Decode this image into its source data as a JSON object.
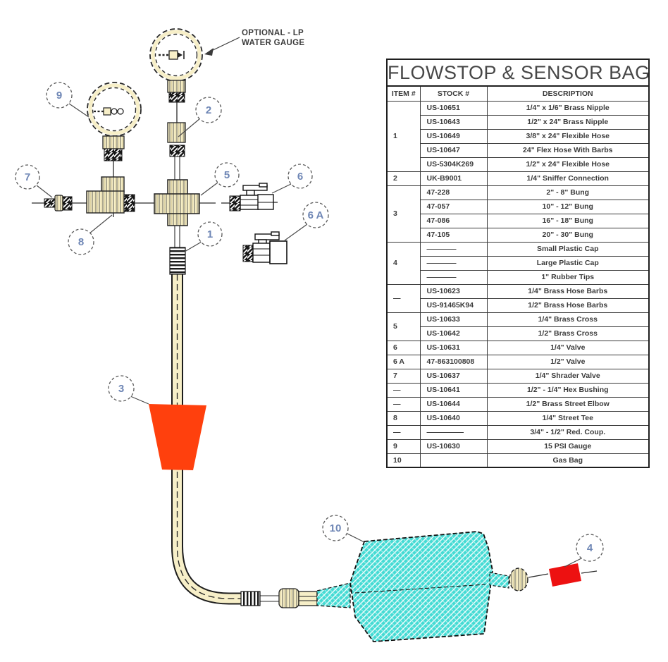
{
  "diagram": {
    "note": {
      "line1": "OPTIONAL - LP",
      "line2": "WATER GAUGE"
    },
    "callouts": {
      "c1": {
        "label": "1"
      },
      "c2": {
        "label": "2"
      },
      "c3": {
        "label": "3"
      },
      "c4": {
        "label": "4"
      },
      "c5": {
        "label": "5"
      },
      "c6": {
        "label": "6"
      },
      "c6a": {
        "label": "6 A"
      },
      "c7": {
        "label": "7"
      },
      "c8": {
        "label": "8"
      },
      "c9": {
        "label": "9"
      },
      "c10": {
        "label": "10"
      }
    },
    "colors": {
      "fitting_cream": "#F7EFC8",
      "stripe_dark": "#4b4b45",
      "hatch_black": "#161616",
      "bag_teal": "#45DBD4",
      "bung_orange": "#FF400D",
      "cap_red": "#ED1111",
      "callout_number": "#6E86B5",
      "line": "#2b2b2b"
    }
  },
  "table": {
    "title": "FLOWSTOP & SENSOR BAG",
    "columns": [
      "ITEM #",
      "STOCK #",
      "DESCRIPTION"
    ],
    "rows": [
      {
        "item": "1",
        "span": 5,
        "stock": "US-10651",
        "desc": "1/4\" x 1/6\" Brass Nipple"
      },
      {
        "stock": "US-10643",
        "desc": "1/2\" x 24\" Brass Nipple"
      },
      {
        "stock": "US-10649",
        "desc": "3/8\" x 24\" Flexible Hose"
      },
      {
        "stock": "US-10647",
        "desc": "24\" Flex Hose With Barbs"
      },
      {
        "stock": "US-5304K269",
        "desc": "1/2\" x 24\" Flexible Hose"
      },
      {
        "item": "2",
        "span": 1,
        "stock": "UK-B9001",
        "desc": "1/4\" Sniffer Connection"
      },
      {
        "item": "3",
        "span": 4,
        "stock": "47-228",
        "desc": "2\" - 8\" Bung"
      },
      {
        "stock": "47-057",
        "desc": "10\" - 12\" Bung"
      },
      {
        "stock": "47-086",
        "desc": "16\" - 18\" Bung"
      },
      {
        "stock": "47-105",
        "desc": "20\" - 30\" Bung"
      },
      {
        "item": "4",
        "span": 3,
        "stock": "————",
        "desc": "Small Plastic Cap"
      },
      {
        "stock": "————",
        "desc": "Large Plastic Cap"
      },
      {
        "stock": "————",
        "desc": "1\" Rubber Tips"
      },
      {
        "item": "—",
        "span": 2,
        "stock": "US-10623",
        "desc": "1/4\"  Brass Hose Barbs"
      },
      {
        "stock": "US-91465K94",
        "desc": "1/2\"  Brass Hose Barbs"
      },
      {
        "item": "5",
        "span": 2,
        "stock": "US-10633",
        "desc": "1/4\" Brass Cross"
      },
      {
        "stock": "US-10642",
        "desc": "1/2\" Brass Cross"
      },
      {
        "item": "6",
        "span": 1,
        "stock": "US-10631",
        "desc": "1/4\"  Valve"
      },
      {
        "item": "6 A",
        "span": 1,
        "stock": "47-863100808",
        "desc": "1/2\"  Valve"
      },
      {
        "item": "7",
        "span": 1,
        "stock": "US-10637",
        "desc": "1/4\" Shrader Valve"
      },
      {
        "item": "—",
        "span": 1,
        "stock": "US-10641",
        "desc": "1/2\" - 1/4\" Hex Bushing"
      },
      {
        "item": "—",
        "span": 1,
        "stock": "US-10644",
        "desc": "1/2\" Brass Street Elbow"
      },
      {
        "item": "8",
        "span": 1,
        "stock": "US-10640",
        "desc": "1/4\" Street Tee"
      },
      {
        "item": "—",
        "span": 1,
        "stock": "—————",
        "desc": "3/4\" - 1/2\" Red. Coup."
      },
      {
        "item": "9",
        "span": 1,
        "stock": "US-10630",
        "desc": "15 PSI Gauge"
      },
      {
        "item": "10",
        "span": 1,
        "stock": "",
        "desc": "Gas Bag"
      }
    ]
  }
}
